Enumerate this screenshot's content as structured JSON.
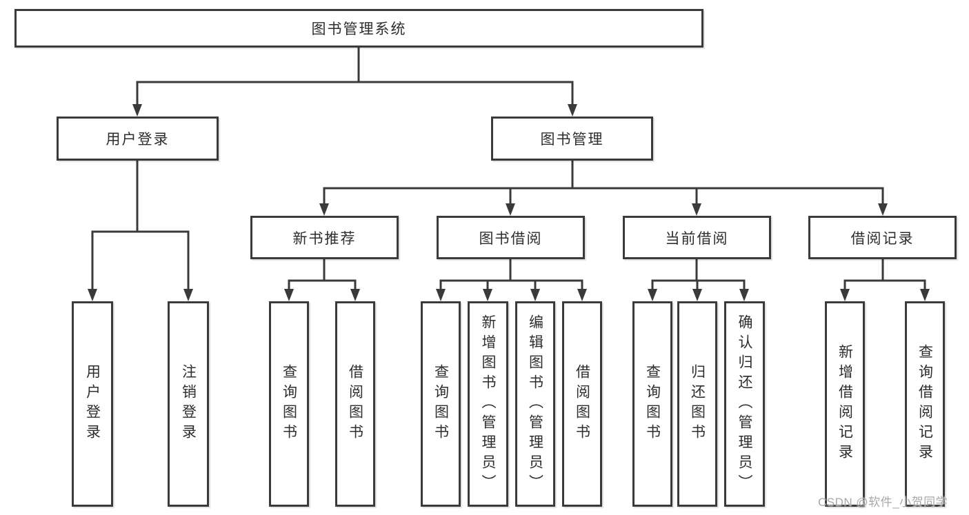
{
  "diagram_type": "function-structure-tree",
  "tree": {
    "label": "图书管理系统",
    "children": [
      {
        "label": "用户登录",
        "children": [
          {
            "label": "用户登录"
          },
          {
            "label": "注销登录"
          }
        ]
      },
      {
        "label": "图书管理",
        "children": [
          {
            "label": "新书推荐",
            "children": [
              {
                "label": "查询图书"
              },
              {
                "label": "借阅图书"
              }
            ]
          },
          {
            "label": "图书借阅",
            "children": [
              {
                "label": "查询图书"
              },
              {
                "label": "新增图书（管理员）"
              },
              {
                "label": "编辑图书（管理员）"
              },
              {
                "label": "借阅图书"
              }
            ]
          },
          {
            "label": "当前借阅",
            "children": [
              {
                "label": "查询图书"
              },
              {
                "label": "归还图书"
              },
              {
                "label": "确认归还（管理员）"
              }
            ]
          },
          {
            "label": "借阅记录",
            "children": [
              {
                "label": "新增借阅记录"
              },
              {
                "label": "查询借阅记录"
              }
            ]
          }
        ]
      }
    ]
  },
  "watermark": "CSDN @软件_小贺同学",
  "colors": {
    "background": "#ffffff",
    "line": "#3a3a3a",
    "box_border": "#3a3a3a",
    "box_fill": "#ffffff",
    "text": "#2d2d2d",
    "watermark": "#a8a8a8"
  }
}
